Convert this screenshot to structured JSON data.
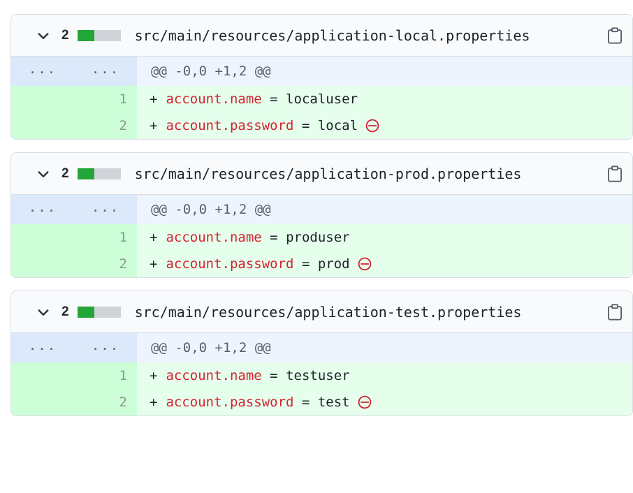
{
  "view": {
    "type": "pull-request-diff",
    "colors": {
      "added_bg": "#e6ffed",
      "added_gutter_bg": "#ccffd8",
      "hunk_bg": "#eef4fd",
      "hunk_gutter_bg": "#dbe9fb",
      "header_bg": "#f8fafc",
      "border": "#d8dee4",
      "diffstat_added": "#22a637",
      "diffstat_empty": "#d0d3d7",
      "syntax_key": "#d1242f",
      "secret_warning": "#d1242f"
    }
  },
  "files": [
    {
      "collapse_icon": "chevron-down-icon",
      "change_count": "2",
      "diffstat": {
        "added_blocks": 2,
        "total_blocks": 5
      },
      "path": "src/main/resources/application-local.properties",
      "copy_icon": "copy-icon",
      "hunk": {
        "old_dots": "...",
        "new_dots": "...",
        "range": "@@ -0,0 +1,2 @@"
      },
      "lines": [
        {
          "number": "1",
          "marker": "+",
          "key": "account.name",
          "eq": " = ",
          "value": "localuser",
          "secret_flag": false
        },
        {
          "number": "2",
          "marker": "+",
          "key": "account.password",
          "eq": " = ",
          "value": "local",
          "secret_flag": true,
          "secret_icon": "circle-minus-icon"
        }
      ]
    },
    {
      "collapse_icon": "chevron-down-icon",
      "change_count": "2",
      "diffstat": {
        "added_blocks": 2,
        "total_blocks": 5
      },
      "path": "src/main/resources/application-prod.properties",
      "copy_icon": "copy-icon",
      "hunk": {
        "old_dots": "...",
        "new_dots": "...",
        "range": "@@ -0,0 +1,2 @@"
      },
      "lines": [
        {
          "number": "1",
          "marker": "+",
          "key": "account.name",
          "eq": " = ",
          "value": "produser",
          "secret_flag": false
        },
        {
          "number": "2",
          "marker": "+",
          "key": "account.password",
          "eq": " = ",
          "value": "prod",
          "secret_flag": true,
          "secret_icon": "circle-minus-icon"
        }
      ]
    },
    {
      "collapse_icon": "chevron-down-icon",
      "change_count": "2",
      "diffstat": {
        "added_blocks": 2,
        "total_blocks": 5
      },
      "path": "src/main/resources/application-test.properties",
      "copy_icon": "copy-icon",
      "hunk": {
        "old_dots": "...",
        "new_dots": "...",
        "range": "@@ -0,0 +1,2 @@"
      },
      "lines": [
        {
          "number": "1",
          "marker": "+",
          "key": "account.name",
          "eq": " = ",
          "value": "testuser",
          "secret_flag": false
        },
        {
          "number": "2",
          "marker": "+",
          "key": "account.password",
          "eq": " = ",
          "value": "test",
          "secret_flag": true,
          "secret_icon": "circle-minus-icon"
        }
      ]
    }
  ]
}
